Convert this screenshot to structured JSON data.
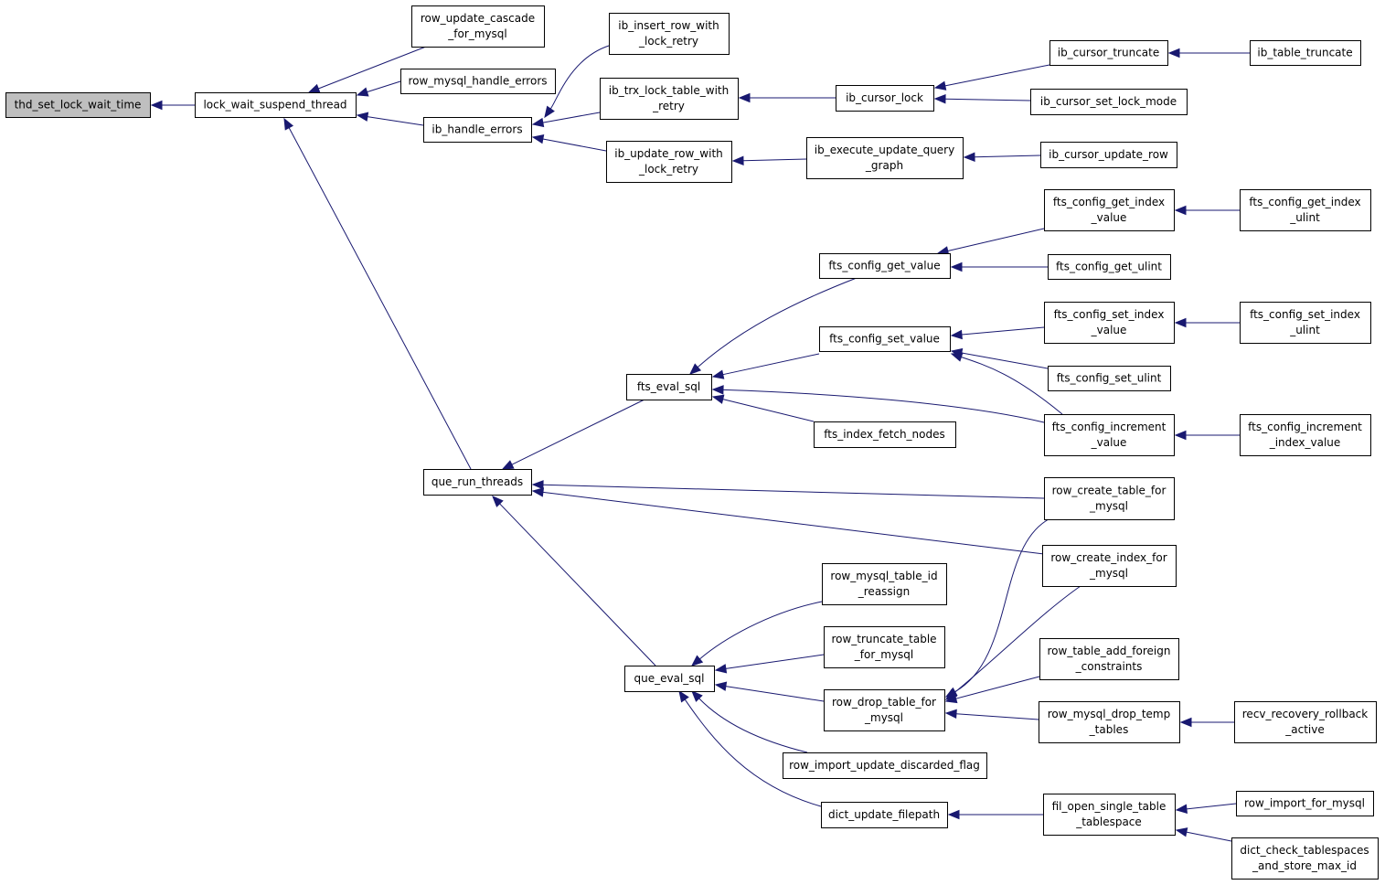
{
  "graph": {
    "nodes": [
      {
        "id": "thd_set_lock_wait_time",
        "lines": [
          "thd_set_lock_wait_time"
        ],
        "root": true
      },
      {
        "id": "lock_wait_suspend_thread",
        "lines": [
          "lock_wait_suspend_thread"
        ]
      },
      {
        "id": "row_update_cascade_for_mysql",
        "lines": [
          "row_update_cascade",
          "_for_mysql"
        ]
      },
      {
        "id": "row_mysql_handle_errors",
        "lines": [
          "row_mysql_handle_errors"
        ]
      },
      {
        "id": "ib_handle_errors",
        "lines": [
          "ib_handle_errors"
        ]
      },
      {
        "id": "ib_insert_row_with_lock_retry",
        "lines": [
          "ib_insert_row_with",
          "_lock_retry"
        ]
      },
      {
        "id": "ib_trx_lock_table_with_retry",
        "lines": [
          "ib_trx_lock_table_with",
          "_retry"
        ]
      },
      {
        "id": "ib_update_row_with_lock_retry",
        "lines": [
          "ib_update_row_with",
          "_lock_retry"
        ]
      },
      {
        "id": "ib_cursor_lock",
        "lines": [
          "ib_cursor_lock"
        ]
      },
      {
        "id": "ib_execute_update_query_graph",
        "lines": [
          "ib_execute_update_query",
          "_graph"
        ]
      },
      {
        "id": "ib_cursor_truncate",
        "lines": [
          "ib_cursor_truncate"
        ]
      },
      {
        "id": "ib_cursor_set_lock_mode",
        "lines": [
          "ib_cursor_set_lock_mode"
        ]
      },
      {
        "id": "ib_cursor_update_row",
        "lines": [
          "ib_cursor_update_row"
        ]
      },
      {
        "id": "ib_table_truncate",
        "lines": [
          "ib_table_truncate"
        ]
      },
      {
        "id": "que_run_threads",
        "lines": [
          "que_run_threads"
        ]
      },
      {
        "id": "fts_eval_sql",
        "lines": [
          "fts_eval_sql"
        ]
      },
      {
        "id": "fts_config_get_value",
        "lines": [
          "fts_config_get_value"
        ]
      },
      {
        "id": "fts_config_set_value",
        "lines": [
          "fts_config_set_value"
        ]
      },
      {
        "id": "fts_index_fetch_nodes",
        "lines": [
          "fts_index_fetch_nodes"
        ]
      },
      {
        "id": "fts_config_get_index_value",
        "lines": [
          "fts_config_get_index",
          "_value"
        ]
      },
      {
        "id": "fts_config_get_ulint",
        "lines": [
          "fts_config_get_ulint"
        ]
      },
      {
        "id": "fts_config_set_index_value",
        "lines": [
          "fts_config_set_index",
          "_value"
        ]
      },
      {
        "id": "fts_config_set_ulint",
        "lines": [
          "fts_config_set_ulint"
        ]
      },
      {
        "id": "fts_config_increment_value",
        "lines": [
          "fts_config_increment",
          "_value"
        ]
      },
      {
        "id": "fts_config_get_index_ulint",
        "lines": [
          "fts_config_get_index",
          "_ulint"
        ]
      },
      {
        "id": "fts_config_set_index_ulint",
        "lines": [
          "fts_config_set_index",
          "_ulint"
        ]
      },
      {
        "id": "fts_config_increment_index_value",
        "lines": [
          "fts_config_increment",
          "_index_value"
        ]
      },
      {
        "id": "row_create_table_for_mysql",
        "lines": [
          "row_create_table_for",
          "_mysql"
        ]
      },
      {
        "id": "row_create_index_for_mysql",
        "lines": [
          "row_create_index_for",
          "_mysql"
        ]
      },
      {
        "id": "que_eval_sql",
        "lines": [
          "que_eval_sql"
        ]
      },
      {
        "id": "row_mysql_table_id_reassign",
        "lines": [
          "row_mysql_table_id",
          "_reassign"
        ]
      },
      {
        "id": "row_truncate_table_for_mysql",
        "lines": [
          "row_truncate_table",
          "_for_mysql"
        ]
      },
      {
        "id": "row_drop_table_for_mysql",
        "lines": [
          "row_drop_table_for",
          "_mysql"
        ]
      },
      {
        "id": "row_import_update_discarded_flag",
        "lines": [
          "row_import_update_discarded_flag"
        ]
      },
      {
        "id": "dict_update_filepath",
        "lines": [
          "dict_update_filepath"
        ]
      },
      {
        "id": "row_table_add_foreign_constraints",
        "lines": [
          "row_table_add_foreign",
          "_constraints"
        ]
      },
      {
        "id": "row_mysql_drop_temp_tables",
        "lines": [
          "row_mysql_drop_temp",
          "_tables"
        ]
      },
      {
        "id": "fil_open_single_table_tablespace",
        "lines": [
          "fil_open_single_table",
          "_tablespace"
        ]
      },
      {
        "id": "recv_recovery_rollback_active",
        "lines": [
          "recv_recovery_rollback",
          "_active"
        ]
      },
      {
        "id": "row_import_for_mysql",
        "lines": [
          "row_import_for_mysql"
        ]
      },
      {
        "id": "dict_check_tablespaces_and_store_max_id",
        "lines": [
          "dict_check_tablespaces",
          "_and_store_max_id"
        ]
      }
    ],
    "edges": [
      {
        "from": "lock_wait_suspend_thread",
        "to": "thd_set_lock_wait_time"
      },
      {
        "from": "row_update_cascade_for_mysql",
        "to": "lock_wait_suspend_thread"
      },
      {
        "from": "row_mysql_handle_errors",
        "to": "lock_wait_suspend_thread"
      },
      {
        "from": "ib_handle_errors",
        "to": "lock_wait_suspend_thread"
      },
      {
        "from": "que_run_threads",
        "to": "lock_wait_suspend_thread"
      },
      {
        "from": "ib_insert_row_with_lock_retry",
        "to": "ib_handle_errors"
      },
      {
        "from": "ib_trx_lock_table_with_retry",
        "to": "ib_handle_errors"
      },
      {
        "from": "ib_update_row_with_lock_retry",
        "to": "ib_handle_errors"
      },
      {
        "from": "ib_cursor_lock",
        "to": "ib_trx_lock_table_with_retry"
      },
      {
        "from": "ib_execute_update_query_graph",
        "to": "ib_update_row_with_lock_retry"
      },
      {
        "from": "ib_cursor_truncate",
        "to": "ib_cursor_lock"
      },
      {
        "from": "ib_cursor_set_lock_mode",
        "to": "ib_cursor_lock"
      },
      {
        "from": "ib_table_truncate",
        "to": "ib_cursor_truncate"
      },
      {
        "from": "ib_cursor_update_row",
        "to": "ib_execute_update_query_graph"
      },
      {
        "from": "fts_eval_sql",
        "to": "que_run_threads"
      },
      {
        "from": "row_create_table_for_mysql",
        "to": "que_run_threads"
      },
      {
        "from": "row_create_index_for_mysql",
        "to": "que_run_threads"
      },
      {
        "from": "que_eval_sql",
        "to": "que_run_threads"
      },
      {
        "from": "fts_config_get_value",
        "to": "fts_eval_sql"
      },
      {
        "from": "fts_config_set_value",
        "to": "fts_eval_sql"
      },
      {
        "from": "fts_index_fetch_nodes",
        "to": "fts_eval_sql"
      },
      {
        "from": "fts_config_increment_value",
        "to": "fts_eval_sql"
      },
      {
        "from": "fts_config_get_index_value",
        "to": "fts_config_get_value"
      },
      {
        "from": "fts_config_get_ulint",
        "to": "fts_config_get_value"
      },
      {
        "from": "fts_config_set_index_value",
        "to": "fts_config_set_value"
      },
      {
        "from": "fts_config_set_ulint",
        "to": "fts_config_set_value"
      },
      {
        "from": "fts_config_increment_value",
        "to": "fts_config_set_value"
      },
      {
        "from": "fts_config_get_index_ulint",
        "to": "fts_config_get_index_value"
      },
      {
        "from": "fts_config_set_index_ulint",
        "to": "fts_config_set_index_value"
      },
      {
        "from": "fts_config_increment_index_value",
        "to": "fts_config_increment_value"
      },
      {
        "from": "row_mysql_table_id_reassign",
        "to": "que_eval_sql"
      },
      {
        "from": "row_truncate_table_for_mysql",
        "to": "que_eval_sql"
      },
      {
        "from": "row_drop_table_for_mysql",
        "to": "que_eval_sql"
      },
      {
        "from": "row_import_update_discarded_flag",
        "to": "que_eval_sql"
      },
      {
        "from": "dict_update_filepath",
        "to": "que_eval_sql"
      },
      {
        "from": "row_create_table_for_mysql",
        "to": "row_drop_table_for_mysql"
      },
      {
        "from": "row_create_index_for_mysql",
        "to": "row_drop_table_for_mysql"
      },
      {
        "from": "row_table_add_foreign_constraints",
        "to": "row_drop_table_for_mysql"
      },
      {
        "from": "row_mysql_drop_temp_tables",
        "to": "row_drop_table_for_mysql"
      },
      {
        "from": "recv_recovery_rollback_active",
        "to": "row_mysql_drop_temp_tables"
      },
      {
        "from": "fil_open_single_table_tablespace",
        "to": "dict_update_filepath"
      },
      {
        "from": "row_import_for_mysql",
        "to": "fil_open_single_table_tablespace"
      },
      {
        "from": "dict_check_tablespaces_and_store_max_id",
        "to": "fil_open_single_table_tablespace"
      }
    ]
  }
}
